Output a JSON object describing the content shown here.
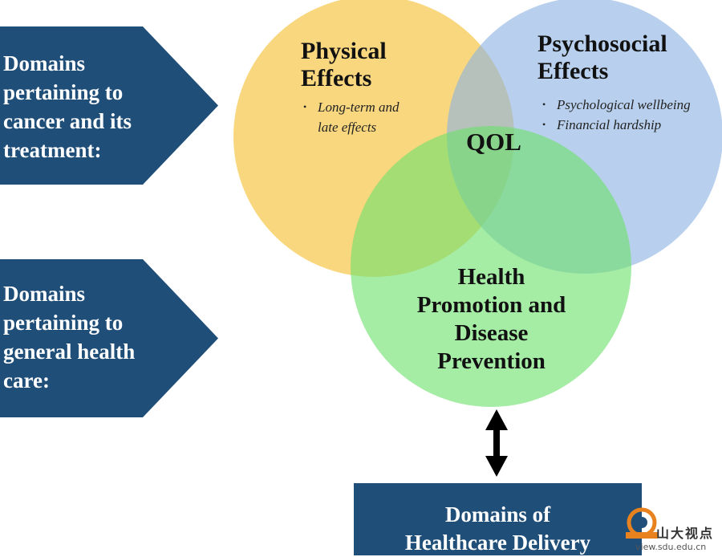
{
  "left_arrows": [
    {
      "text": "Domains\npertaining to\ncancer and its\ntreatment:"
    },
    {
      "text": "Domains\npertaining to\ngeneral health\ncare:"
    }
  ],
  "circles": {
    "physical": {
      "title": "Physical\nEffects",
      "bullets": [
        "Long-term and\nlate effects"
      ],
      "color": "#f6c443"
    },
    "psychosocial": {
      "title": "Psychosocial\nEffects",
      "bullets": [
        "Psychological wellbeing",
        "Financial hardship"
      ],
      "color": "#8db3e2"
    },
    "health": {
      "title": "Health\nPromotion and\nDisease\nPrevention",
      "color": "#6ee06e"
    },
    "center_label": "QOL"
  },
  "delivery_box": {
    "text": "Domains of\nHealthcare Delivery"
  },
  "watermark": {
    "text": "山大视点",
    "url": "view.sdu.edu.cn"
  },
  "colors": {
    "navy": "#1f4e79"
  }
}
